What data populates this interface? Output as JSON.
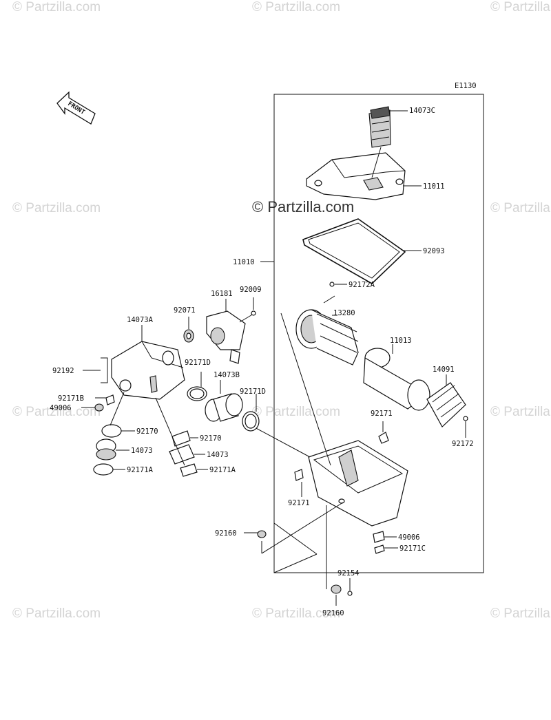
{
  "diagram": {
    "code": "E1130",
    "front_label": "FRONT",
    "watermark": "© Partzilla.com",
    "watermark_main": "© Partzilla.com"
  },
  "labels": {
    "l14073C": "14073C",
    "l11011": "11011",
    "l92093": "92093",
    "l11010": "11010",
    "l92172A": "92172A",
    "l13280": "13280",
    "l11013": "11013",
    "l14091": "14091",
    "l92172": "92172",
    "l92171a": "92171",
    "l92171b": "92171",
    "l49006r": "49006",
    "l92171Cr": "92171C",
    "l92160a": "92160",
    "l92154": "92154",
    "l92160b": "92160",
    "l16181": "16181",
    "l92009": "92009",
    "l92071": "92071",
    "l14073A": "14073A",
    "l92192": "92192",
    "l92171Dl": "92171D",
    "l14073B": "14073B",
    "l92171Dr": "92171D",
    "l92171B": "92171B",
    "l49006l": "49006",
    "l92170a": "92170",
    "l92170b": "92170",
    "l14073a": "14073",
    "l14073b": "14073",
    "l92171Aa": "92171A",
    "l92171Ab": "92171A"
  }
}
